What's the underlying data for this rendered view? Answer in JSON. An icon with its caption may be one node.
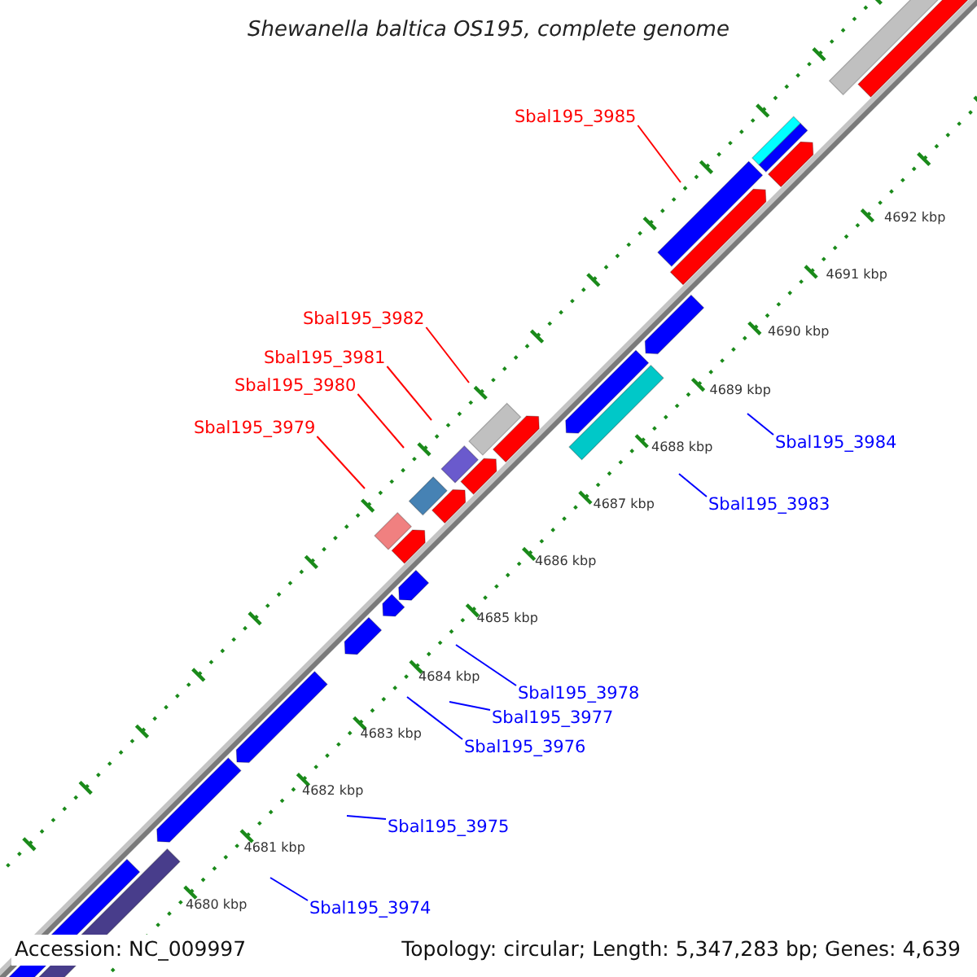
{
  "diagram": {
    "title": "Shewanella baltica OS195, complete genome",
    "nodes": [
      {
        "text": [
          "Sbal195_3985"
        ]
      },
      {
        "text": [
          "Sbal195_3982"
        ]
      },
      {
        "text": [
          "Sbal195_3981"
        ]
      },
      {
        "text": [
          "Sbal195_3980"
        ]
      },
      {
        "text": [
          "Sbal195_3979"
        ]
      },
      {
        "text": [
          "Sbal195_3984"
        ]
      },
      {
        "text": [
          "Sbal195_3983"
        ]
      },
      {
        "text": [
          "Sbal195_3978"
        ]
      },
      {
        "text": [
          "Sbal195_3977"
        ]
      },
      {
        "text": [
          "Sbal195_3976"
        ]
      },
      {
        "text": [
          "Sbal195_3975"
        ]
      },
      {
        "text": [
          "Sbal195_3974"
        ]
      }
    ],
    "edges": [
      {
        "from": 0,
        "to": null,
        "arrow": "none",
        "color": "#ff0000"
      },
      {
        "from": 1,
        "to": null,
        "arrow": "none",
        "color": "#ff0000"
      },
      {
        "from": 2,
        "to": null,
        "arrow": "none",
        "color": "#ff0000"
      },
      {
        "from": 3,
        "to": null,
        "arrow": "none",
        "color": "#ff0000"
      },
      {
        "from": 4,
        "to": null,
        "arrow": "none",
        "color": "#ff0000"
      },
      {
        "from": 5,
        "to": null,
        "arrow": "none"
      },
      {
        "from": 6,
        "to": null,
        "arrow": "none"
      },
      {
        "from": 7,
        "to": null,
        "arrow": "none"
      },
      {
        "from": 8,
        "to": null,
        "arrow": "none"
      },
      {
        "from": 9,
        "to": null,
        "arrow": "none"
      },
      {
        "from": 10,
        "to": null,
        "arrow": "none"
      },
      {
        "from": 11,
        "to": null,
        "arrow": "none"
      }
    ],
    "labels": [
      "4692 kbp",
      "4691 kbp",
      "4690 kbp",
      "4689 kbp",
      "4688 kbp",
      "4687 kbp",
      "4686 kbp",
      "4685 kbp",
      "4684 kbp",
      "4683 kbp",
      "4682 kbp",
      "4681 kbp",
      "4680 kbp",
      "Accession: NC_009997",
      "Topology: circular; Length: 5,347,283 bp; Genes: 4,639"
    ]
  }
}
